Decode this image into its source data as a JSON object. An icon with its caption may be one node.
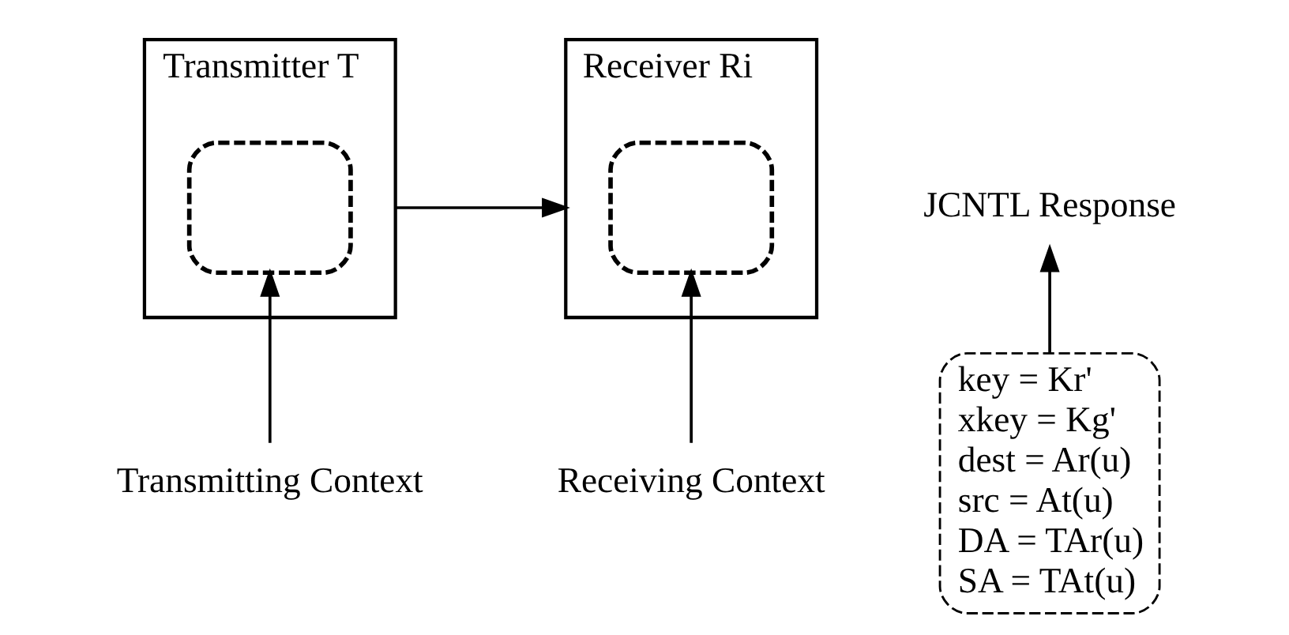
{
  "diagram": {
    "nodes": [
      {
        "text": [
          "Transmitter T"
        ]
      },
      {
        "text": [],
        "shape": "box",
        "in": 0
      },
      {
        "text": [
          "Receiver Ri"
        ]
      },
      {
        "text": [],
        "shape": "box",
        "in": 2
      },
      {
        "text": [
          "Transmitting Context"
        ]
      },
      {
        "text": [
          "JCNTL Response"
        ]
      },
      {
        "text": [
          "key = Kr'",
          "xkey = Kg'",
          "dest = Ar(u)",
          "src = At(u)",
          "DA = TAr(u)",
          "SA = TAt(u)"
        ]
      },
      {
        "text": [
          "Receiving Context"
        ]
      }
    ],
    "edges": [
      {
        "from": 0,
        "to": 2,
        "arrow": "to"
      },
      {
        "from": 4,
        "to": 1,
        "arrow": "to"
      },
      {
        "from": 6,
        "to": 5,
        "arrow": "to"
      },
      {
        "from": 7,
        "to": 3,
        "arrow": "to"
      }
    ]
  }
}
